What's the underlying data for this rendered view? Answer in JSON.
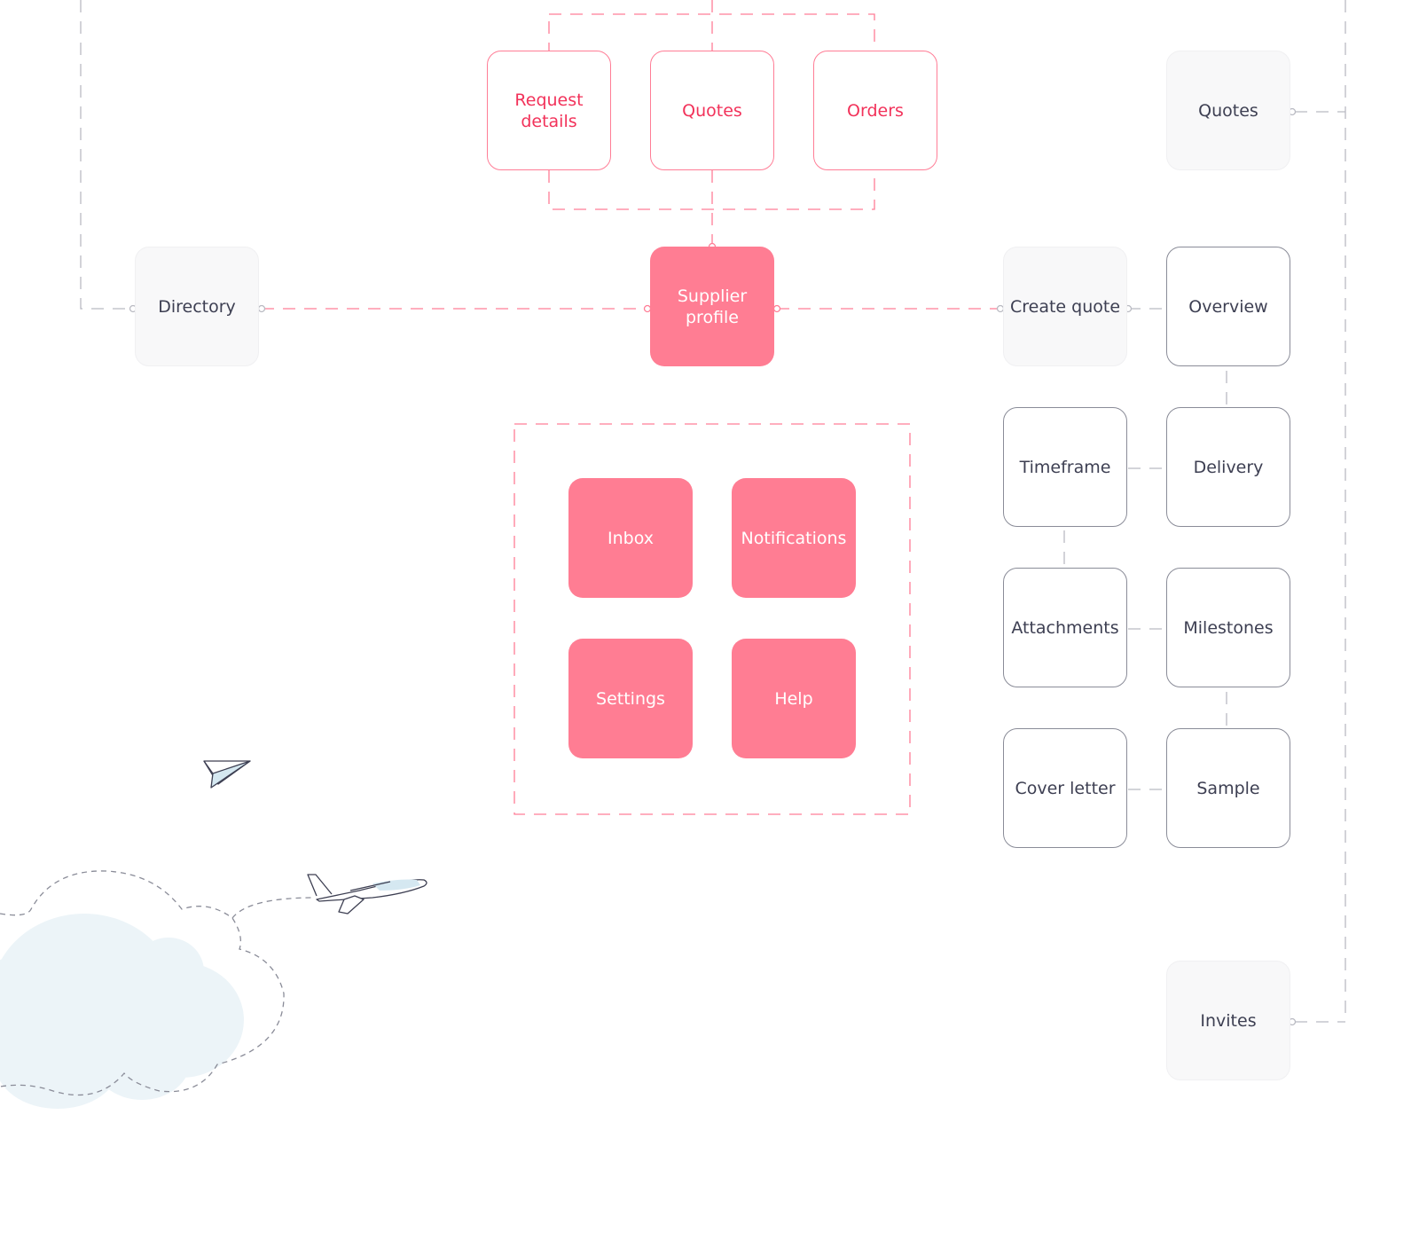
{
  "colors": {
    "accent": "#ff7d93",
    "accent_text": "#f2325a",
    "neutral_text": "#3d3f52",
    "connector_grey": "#b9bac2"
  },
  "supplier_tabs": {
    "request_details": "Request details",
    "quotes": "Quotes",
    "orders": "Orders"
  },
  "hub": {
    "supplier_profile": "Supplier profile"
  },
  "directory": "Directory",
  "utilities": {
    "inbox": "Inbox",
    "notifications": "Notifications",
    "settings": "Settings",
    "help": "Help"
  },
  "quote_flow": {
    "quotes": "Quotes",
    "create_quote": "Create quote",
    "overview": "Overview",
    "timeframe": "Timeframe",
    "delivery": "Delivery",
    "attachments": "Attachments",
    "milestones": "Milestones",
    "cover_letter": "Cover letter",
    "sample": "Sample",
    "invites": "Invites"
  },
  "decorations": [
    "paper-plane-icon",
    "airplane-icon",
    "cloud-illustration"
  ]
}
